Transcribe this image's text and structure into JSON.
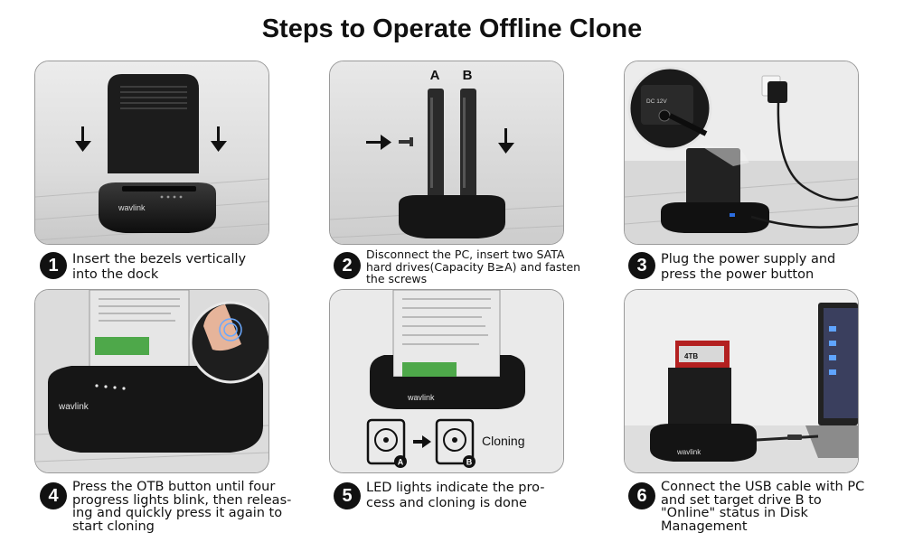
{
  "title": "Steps to Operate Offline Clone",
  "brand": "wavlink",
  "steps": [
    {
      "num": "1",
      "lines": [
        "Insert the bezels vertically",
        "into the dock"
      ]
    },
    {
      "num": "2",
      "lines": [
        "Disconnect the PC, insert two SATA",
        "hard drives(Capacity B≥A) and fasten",
        "the screws"
      ]
    },
    {
      "num": "3",
      "lines": [
        "Plug the power supply and",
        "press the power button"
      ]
    },
    {
      "num": "4",
      "lines": [
        "Press the OTB button until four",
        "progress lights blink, then releas-",
        "ing and quickly press it again to",
        "start cloning"
      ]
    },
    {
      "num": "5",
      "lines": [
        "LED lights indicate the pro-",
        "cess and cloning is done"
      ]
    },
    {
      "num": "6",
      "lines": [
        "Connect the USB cable with PC",
        "and set target drive B to",
        "\"Online\" status in Disk",
        "Management"
      ]
    }
  ],
  "panel2": {
    "slot_a": "A",
    "slot_b": "B"
  },
  "panel3": {
    "port_label": "DC 12V"
  },
  "panel5": {
    "cloning_label": "Cloning",
    "drive_a": "A",
    "drive_b": "B"
  },
  "panel6": {
    "drive_label": "4TB"
  }
}
